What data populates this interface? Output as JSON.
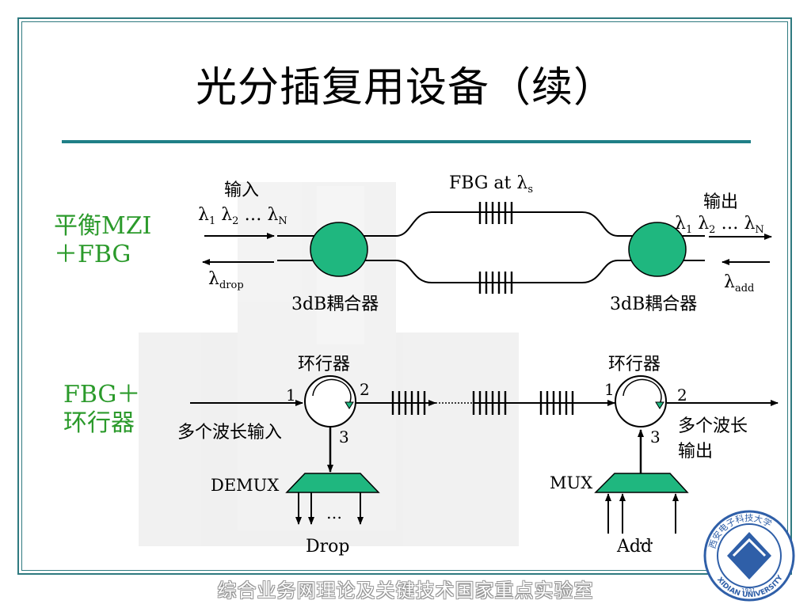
{
  "title": "光分插复用设备（续）",
  "footer": "综合业务网理论及关键技术国家重点实验室",
  "colors": {
    "frame": "#2f7a80",
    "title_rule": "#1f7f87",
    "label_green": "#2b9a2b",
    "coupler_fill": "#1fb77f",
    "mux_fill": "#1fb77f"
  },
  "mzi": {
    "side_label_line1": "平衡MZI",
    "side_label_line2": "＋FBG",
    "input_label": "输入",
    "input_lambda": "λ",
    "input_lambda_sub1": "1",
    "input_lambda_mid": " λ",
    "input_lambda_sub2": "2",
    "input_lambda_end": " … λ",
    "input_lambda_subN": "N",
    "output_label": "输出",
    "output_lambda": "λ",
    "output_lambda_sub1": "1",
    "output_lambda_mid": " λ",
    "output_lambda_sub2": "2",
    "output_lambda_end": " … λ",
    "output_lambda_subN": "N",
    "fbg_label": "FBG at λ",
    "fbg_label_sub": "s",
    "drop_label": "λ",
    "drop_label_sub": "drop",
    "add_label": "λ",
    "add_label_sub": "add",
    "coupler_left": "3dB耦合器",
    "coupler_right": "3dB耦合器"
  },
  "circulator_section": {
    "side_label_line1": "FBG＋",
    "side_label_line2": "环行器",
    "left_circulator_label": "环行器",
    "right_circulator_label": "环行器",
    "port1": "1",
    "port2": "2",
    "port3": "3",
    "input_text": "多个波长输入",
    "output_text_line1": "多个波长",
    "output_text_line2": "输出",
    "demux_label": "DEMUX",
    "mux_label": "MUX",
    "drop_text": "Drop",
    "add_text": "Add",
    "ellipsis": "…"
  },
  "logo": {
    "top_text": "西安电子科技大学",
    "bottom_text": "XIDIAN UNIVERSITY",
    "year": "1931"
  }
}
